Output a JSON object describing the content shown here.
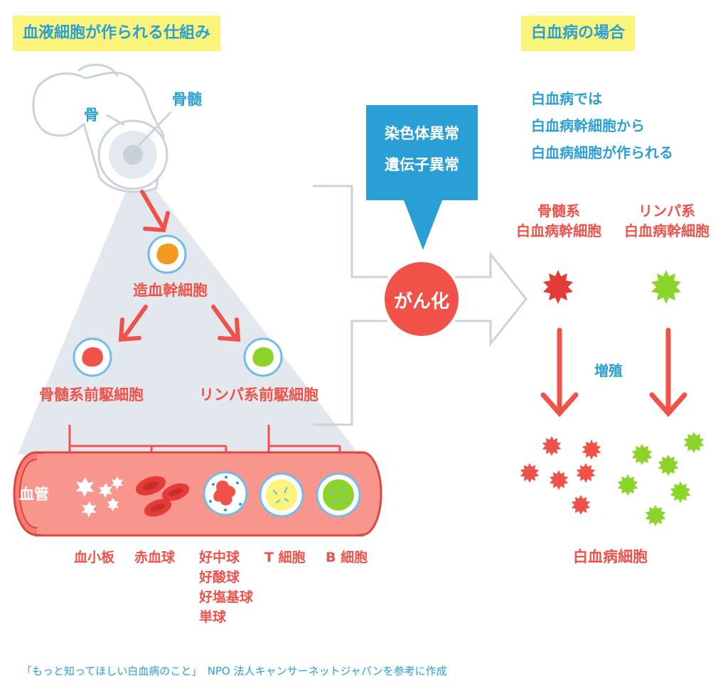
{
  "left_title": "血液細胞が作られる仕組み",
  "right_title": "白血病の場合",
  "bone_label": "骨",
  "marrow_label": "骨髄",
  "stem_cell_label": "造血幹細胞",
  "myeloid_progenitor_label": "骨髄系前駆細胞",
  "lymphoid_progenitor_label": "リンパ系前駆細胞",
  "vessel_label": "血管",
  "cells": {
    "platelet": "血小板",
    "rbc": "赤血球",
    "granulocytes": [
      "好中球",
      "好酸球",
      "好塩基球",
      "単球"
    ],
    "t_cell": "T 細胞",
    "b_cell": "B 細胞"
  },
  "callout": [
    "染色体異常",
    "遺伝子異常"
  ],
  "cancer_label": "がん化",
  "leukemia_desc": [
    "白血病では",
    "白血病幹細胞から",
    "白血病細胞が作られる"
  ],
  "myeloid_leukemia_stem": [
    "骨髄系",
    "白血病幹細胞"
  ],
  "lymphoid_leukemia_stem": [
    "リンパ系",
    "白血病幹細胞"
  ],
  "proliferation_label": "増殖",
  "leukemia_cells_label": "白血病細胞",
  "footer": "「もっと知ってほしい白血病のこと」　NPO 法人キャンサーネットジャパンを参考に作成",
  "colors": {
    "red": "#f0524a",
    "blue": "#2a9fd6",
    "green": "#8dd42a",
    "yellow": "#fbf47a",
    "orange": "#f39a1e"
  }
}
